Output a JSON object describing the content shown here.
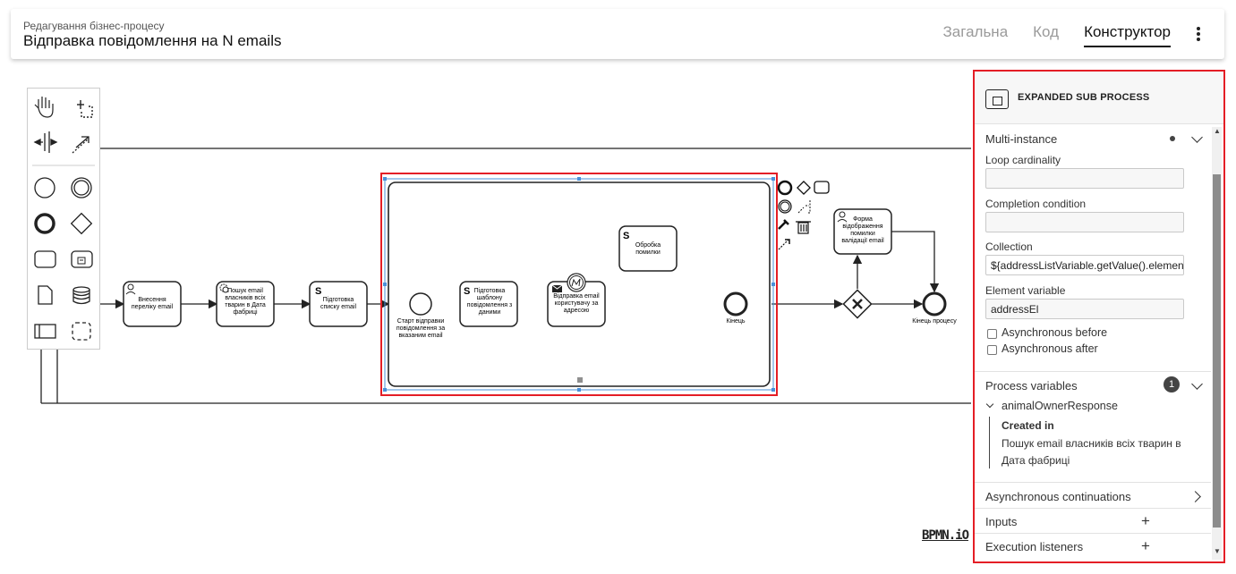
{
  "header": {
    "subtitle": "Редагування бізнес-процесу",
    "title": "Відправка повідомлення на N emails",
    "tabs": [
      {
        "label": "Загальна",
        "active": false
      },
      {
        "label": "Код",
        "active": false
      },
      {
        "label": "Конструктор",
        "active": true
      }
    ]
  },
  "diagram": {
    "tasks": {
      "enter_list": "Внесення переліку email",
      "search_owners": "Пошук email власників всіх тварин в Дата фабриці",
      "prepare_list": "Підготовка списку email",
      "prepare_template": "Підготовка шаблону повідомлення з даними",
      "send_email": "Відправка email користувачу за адресою",
      "error_handling": "Обробка помилки",
      "validation_form": "Форма відображення помилки валідації email"
    },
    "events": {
      "sub_start": "Старт відправки повідомлення за вказаним email",
      "sub_end": "Кінець",
      "process_end": "Кінець процесу"
    }
  },
  "palette": {
    "tools": [
      "hand-tool-icon",
      "lasso-tool-icon",
      "space-tool-icon",
      "connect-tool-icon",
      "start-event-icon",
      "intermediate-event-icon",
      "end-event-icon",
      "gateway-icon",
      "task-icon",
      "subprocess-icon",
      "data-object-icon",
      "data-store-icon",
      "pool-icon",
      "group-icon"
    ]
  },
  "watermark": "BPMN.iO",
  "panel": {
    "header": "EXPANDED SUB PROCESS",
    "multi_instance": {
      "title": "Multi-instance",
      "loop_cardinality_label": "Loop cardinality",
      "loop_cardinality_value": "",
      "completion_condition_label": "Completion condition",
      "completion_condition_value": "",
      "collection_label": "Collection",
      "collection_value": "${addressListVariable.getValue().elements()}",
      "element_variable_label": "Element variable",
      "element_variable_value": "addressEl",
      "async_before": "Asynchronous before",
      "async_after": "Asynchronous after"
    },
    "process_variables": {
      "title": "Process variables",
      "count": "1",
      "variable_name": "animalOwnerResponse",
      "created_in_label": "Created in",
      "created_in_value_line1": "Пошук email власників всіх тварин в",
      "created_in_value_line2": "Дата фабриці"
    },
    "async_continuations": "Asynchronous continuations",
    "inputs": "Inputs",
    "execution_listeners": "Execution listeners"
  },
  "colors": {
    "selection_red": "#e41e26",
    "selection_blue": "#4a90d9"
  }
}
